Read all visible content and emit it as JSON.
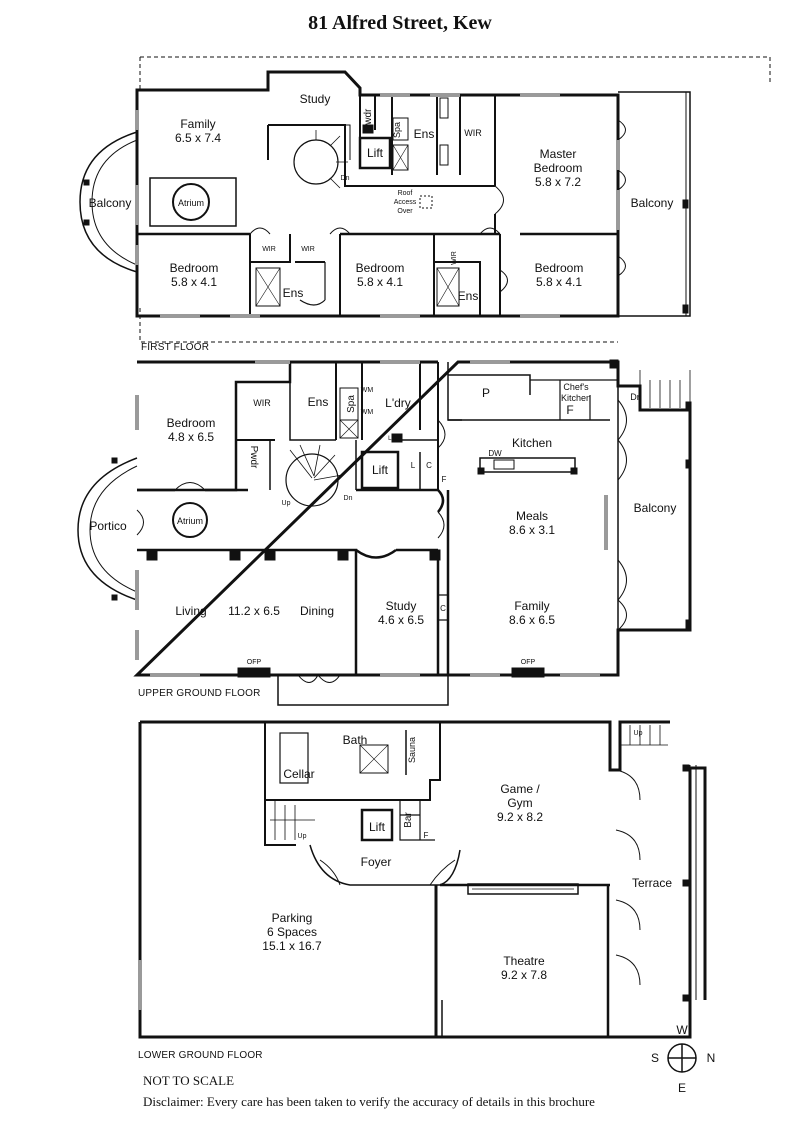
{
  "title": "81 Alfred Street, Kew",
  "floors": {
    "first": {
      "label": "FIRST FLOOR",
      "rooms": {
        "family": {
          "name": "Family",
          "size": "6.5 x 7.4"
        },
        "study": {
          "name": "Study"
        },
        "pwdr": {
          "name": "Pwdr"
        },
        "spa": {
          "name": "Spa"
        },
        "lift": {
          "name": "Lift"
        },
        "ens": {
          "name": "Ens"
        },
        "wir": {
          "name": "WIR"
        },
        "master": {
          "name1": "Master",
          "name2": "Bedroom",
          "size": "5.8 x 7.2"
        },
        "balcony_left": {
          "name": "Balcony"
        },
        "balcony_right": {
          "name": "Balcony"
        },
        "atrium": {
          "name": "Atrium"
        },
        "roof_access": {
          "l1": "Roof",
          "l2": "Access",
          "l3": "Over"
        },
        "dn": {
          "name": "Dn"
        },
        "bed1": {
          "name": "Bedroom",
          "size": "5.8 x 4.1"
        },
        "bed2": {
          "name": "Bedroom",
          "size": "5.8 x 4.1"
        },
        "bed3": {
          "name": "Bedroom",
          "size": "5.8 x 4.1"
        },
        "wir1": {
          "name": "WIR"
        },
        "wir2": {
          "name": "WIR"
        },
        "wir3": {
          "name": "WIR"
        },
        "ens1": {
          "name": "Ens"
        },
        "ens2": {
          "name": "Ens"
        }
      }
    },
    "upper": {
      "label": "UPPER GROUND FLOOR",
      "rooms": {
        "bedroom": {
          "name": "Bedroom",
          "size": "4.8 x 6.5"
        },
        "wir": {
          "name": "WIR"
        },
        "ens": {
          "name": "Ens"
        },
        "spa": {
          "name": "Spa"
        },
        "wm1": {
          "name": "WM"
        },
        "wm2": {
          "name": "WM"
        },
        "ldry": {
          "name": "L'dry"
        },
        "p": {
          "name": "P"
        },
        "chefs1": {
          "name": "Chef's"
        },
        "chefs2": {
          "name": "Kitchen"
        },
        "f": {
          "name": "F"
        },
        "dn_stair": {
          "name": "Dn"
        },
        "kitchen": {
          "name": "Kitchen"
        },
        "dw": {
          "name": "DW"
        },
        "pwdr": {
          "name": "Pwdr"
        },
        "lift": {
          "name": "Lift"
        },
        "lc": {
          "name": "LC"
        },
        "l": {
          "name": "L"
        },
        "c1": {
          "name": "C"
        },
        "f2": {
          "name": "F"
        },
        "up": {
          "name": "Up"
        },
        "dn": {
          "name": "Dn"
        },
        "portico": {
          "name": "Portico"
        },
        "atrium": {
          "name": "Atrium"
        },
        "meals": {
          "name": "Meals",
          "size": "8.6 x 3.1"
        },
        "balcony": {
          "name": "Balcony"
        },
        "living": {
          "name": "Living"
        },
        "living_size": {
          "name": "11.2 x 6.5"
        },
        "dining": {
          "name": "Dining"
        },
        "study": {
          "name": "Study",
          "size": "4.6 x 6.5"
        },
        "c2": {
          "name": "C"
        },
        "family": {
          "name": "Family",
          "size": "8.6 x 6.5"
        },
        "ofp1": {
          "name": "OFP"
        },
        "ofp2": {
          "name": "OFP"
        }
      }
    },
    "lower": {
      "label": "LOWER GROUND FLOOR",
      "rooms": {
        "bath": {
          "name": "Bath"
        },
        "sauna": {
          "name": "Sauna"
        },
        "cellar": {
          "name": "Cellar"
        },
        "lift": {
          "name": "Lift"
        },
        "bar": {
          "name": "Bar"
        },
        "f": {
          "name": "F"
        },
        "up": {
          "name": "Up"
        },
        "up2": {
          "name": "Up"
        },
        "foyer": {
          "name": "Foyer"
        },
        "game1": {
          "name": "Game /"
        },
        "game2": {
          "name": "Gym"
        },
        "game_size": {
          "name": "9.2 x 8.2"
        },
        "terrace": {
          "name": "Terrace"
        },
        "parking": {
          "name": "Parking",
          "sub": "6 Spaces",
          "size": "15.1 x 16.7"
        },
        "theatre": {
          "name": "Theatre",
          "size": "9.2 x 7.8"
        }
      }
    }
  },
  "compass": {
    "n": "N",
    "s": "S",
    "e": "E",
    "w": "W"
  },
  "notes": {
    "scale": "NOT TO SCALE",
    "disclaimer": "Disclaimer: Every care has been taken to verify the accuracy of details in this brochure"
  }
}
